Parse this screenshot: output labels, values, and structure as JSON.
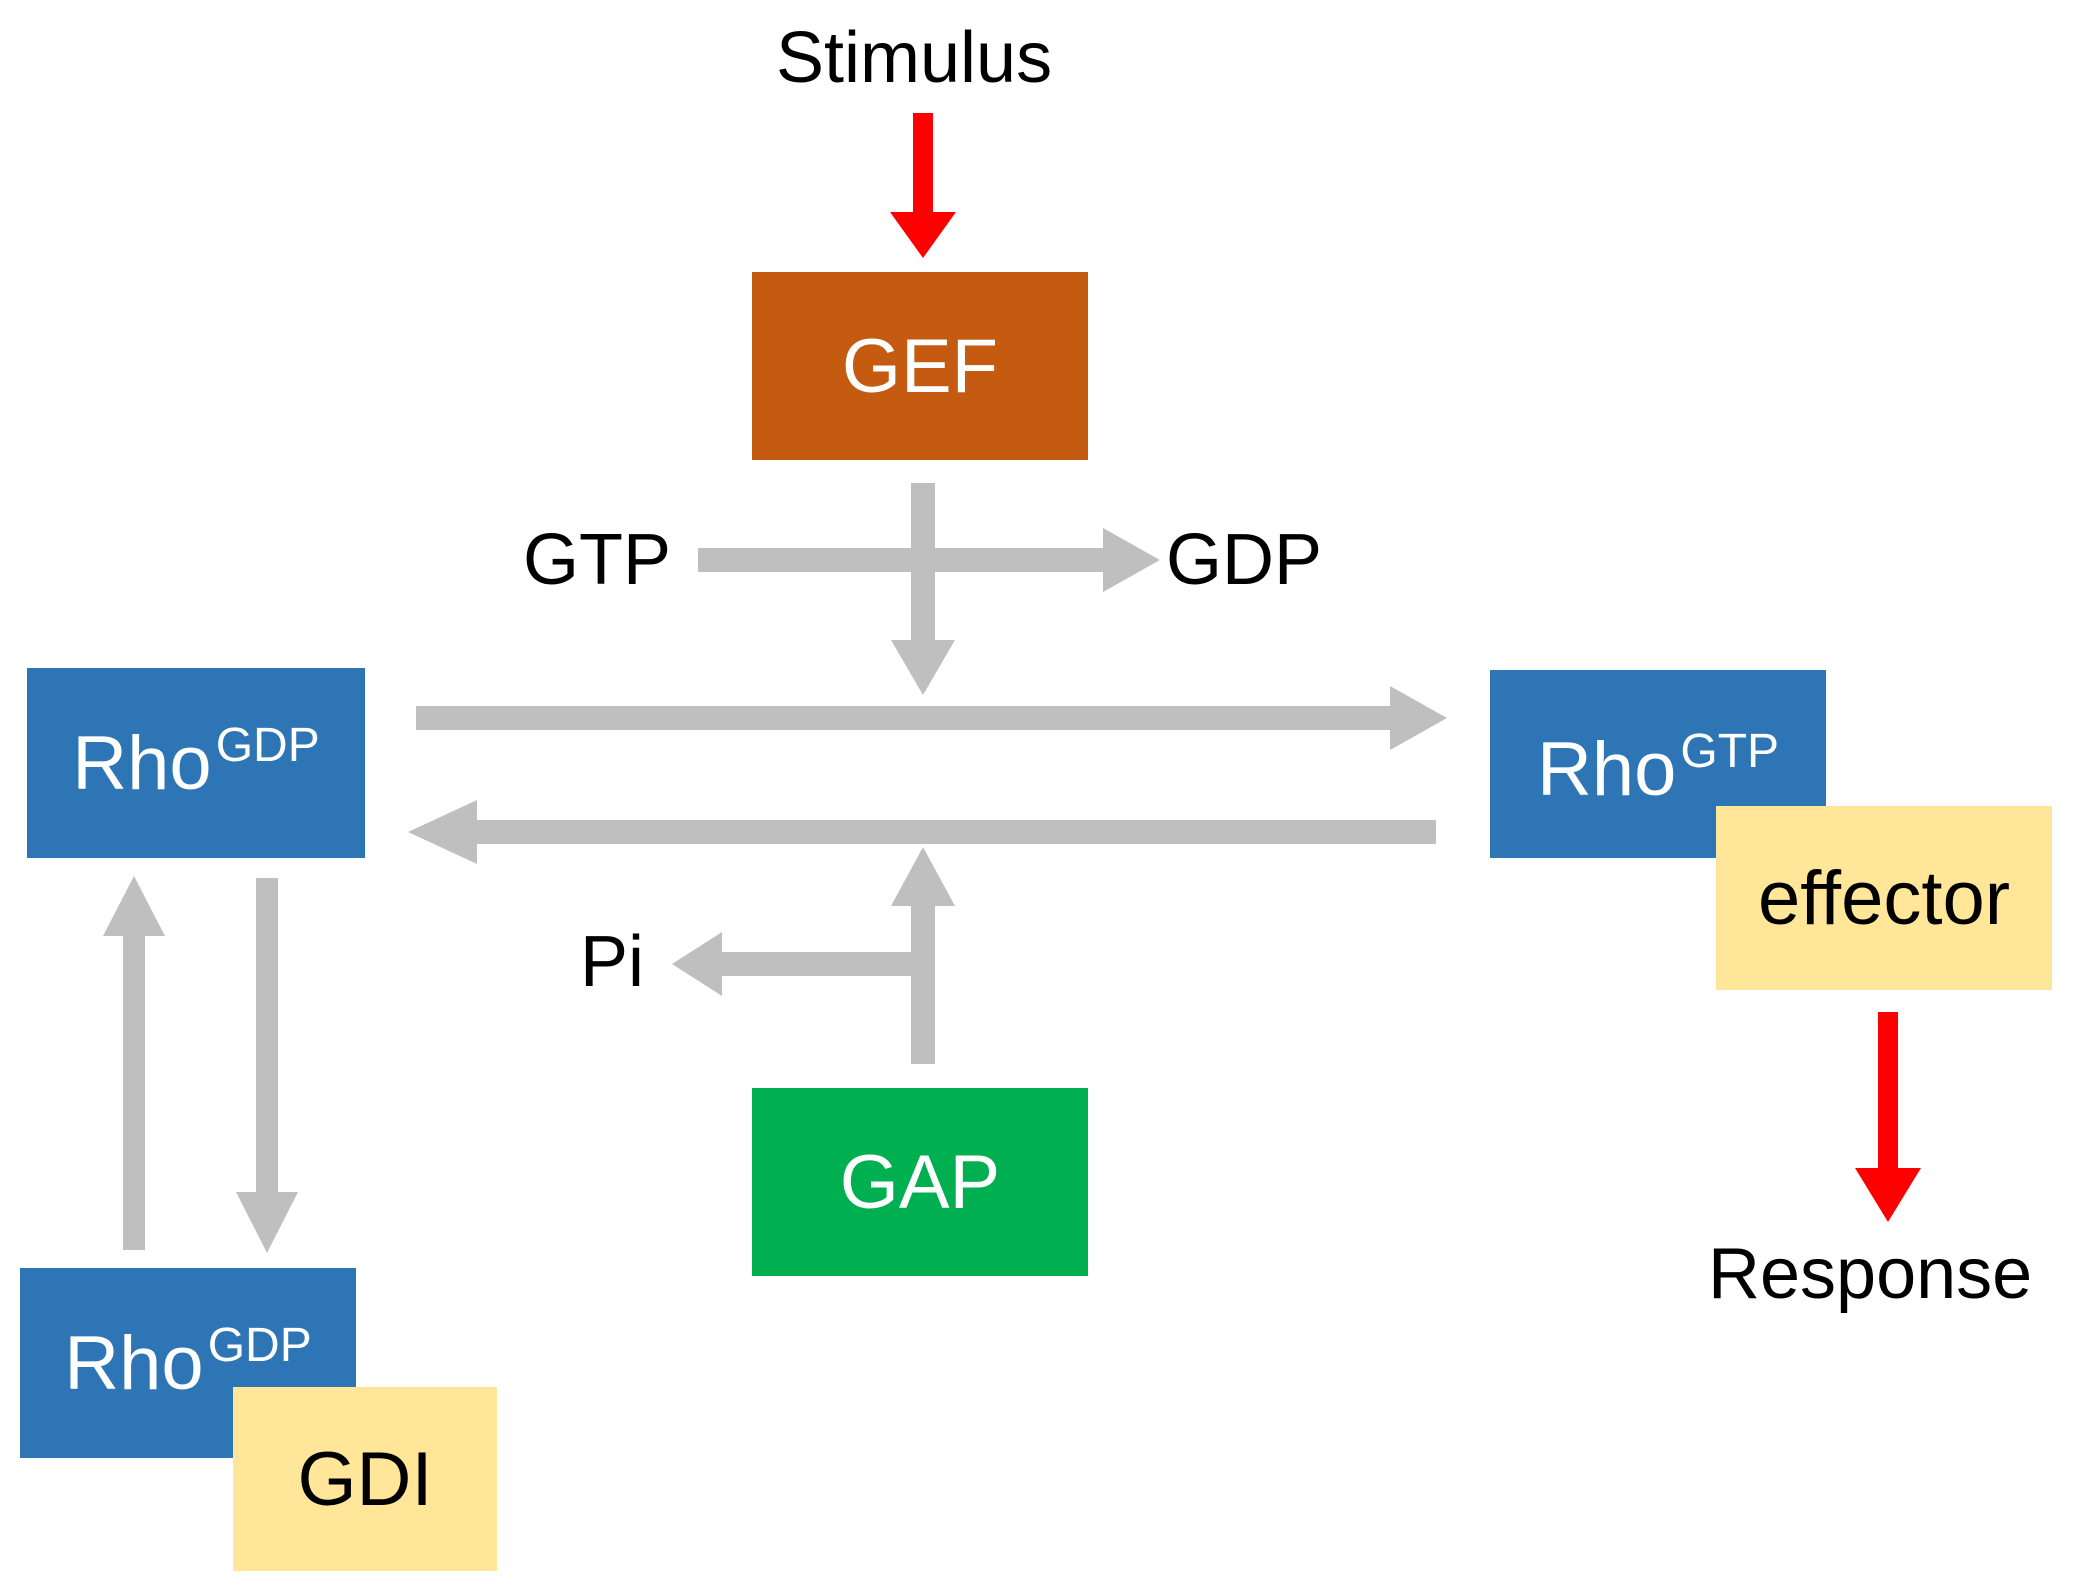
{
  "labels": {
    "stimulus": "Stimulus",
    "gtp": "GTP",
    "gdp": "GDP",
    "pi": "Pi",
    "response": "Response"
  },
  "boxes": {
    "gef": "GEF",
    "gap": "GAP",
    "gdi": "GDI",
    "effector": "effector",
    "rho_gdp_left": {
      "main": "Rho",
      "sup": "GDP"
    },
    "rho_gtp_right": {
      "main": "Rho",
      "sup": "GTP"
    },
    "rho_gdp_bottom": {
      "main": "Rho",
      "sup": "GDP"
    }
  },
  "colors": {
    "rho": "#2e75b6",
    "gef": "#c55a11",
    "gap": "#00b050",
    "bound_partner": "#ffe699",
    "flow_arrow": "#bfbfbf",
    "signal_arrow": "#ff0000"
  }
}
